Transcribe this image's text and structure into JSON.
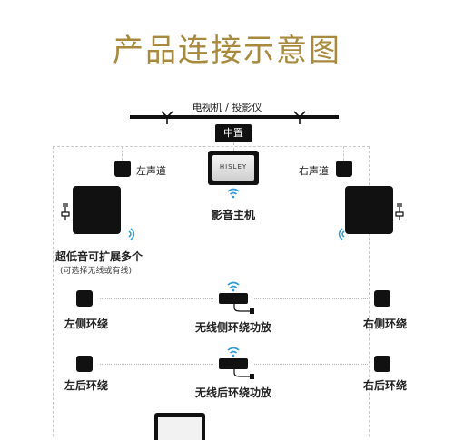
{
  "title": "产品连接示意图",
  "tv_label": "电视机 / 投影仪",
  "center_badge": "中置",
  "left_front": "左声道",
  "right_front": "右声道",
  "receiver_brand": "HISLEY",
  "host_label": "影音主机",
  "subwoofer_label": "超低音可扩展多个",
  "subwoofer_note": "(可选择无线或有线)",
  "side_left": "左侧环绕",
  "side_right": "右侧环绕",
  "side_amp": "无线侧环绕功放",
  "rear_left": "左后环绕",
  "rear_right": "右后环绕",
  "rear_amp": "无线后环绕功放",
  "colors": {
    "title_gold": "#a88a3e",
    "wifi_blue": "#2c9bd6",
    "device_black": "#111111",
    "connector_line": "#c9c9c9"
  }
}
